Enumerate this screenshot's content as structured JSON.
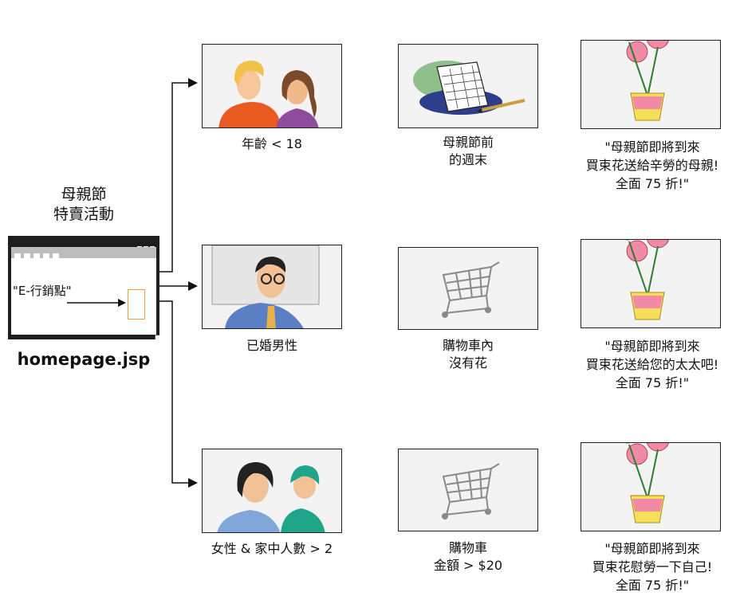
{
  "campaign": {
    "title": "母親節\n特賣活動"
  },
  "page": {
    "marker": "\"E-行銷點\"",
    "filename": "homepage.jsp"
  },
  "segments": [
    {
      "condition": "年齡 < 18",
      "trigger": "母親節前\n的週末",
      "message": "\"母親節即將到來\n買束花送給辛勞的母親!\n全面 75 折!\""
    },
    {
      "condition": "已婚男性",
      "trigger": "購物車內\n沒有花",
      "message": "\"母親節即將到來\n買束花送給您的太太吧!\n全面 75 折!\""
    },
    {
      "condition": "女性 & 家中人數 > 2",
      "trigger": "購物車\n金額 > $20",
      "message": "\"母親節即將到來\n買束花慰勞一下自己!\n全面 75 折!\""
    }
  ],
  "colors": {
    "accent": "#e8a52a",
    "panel": "#f3f3f3",
    "flower": "#f28aa6",
    "pot": "#f6e05a"
  }
}
